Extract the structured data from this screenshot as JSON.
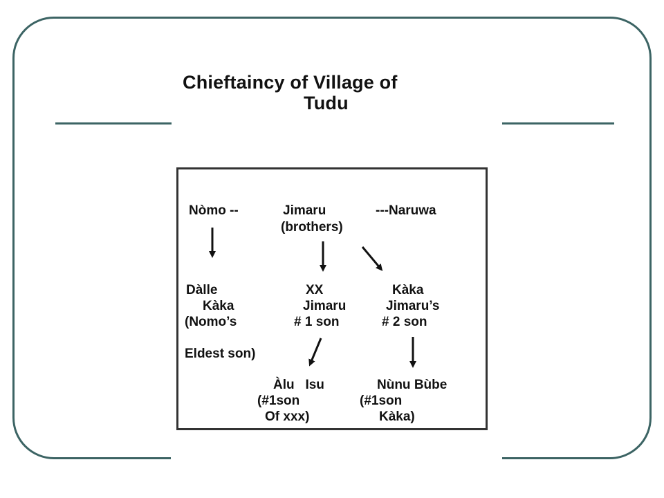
{
  "title": {
    "line1": "Chieftaincy of Village of",
    "line2": "Tudu"
  },
  "diagram": {
    "top_row": {
      "nomo": "Nòmo --",
      "jimaru": "Jimaru",
      "naruwa": "---Naruwa",
      "brothers": "(brothers)"
    },
    "middle_row": {
      "dalle_line1": "Dàlle",
      "dalle_line2": "Kàka",
      "dalle_line3": "(Nomo’s",
      "dalle_line4": "Eldest son)",
      "xx_line1": "XX",
      "xx_line2": "Jimaru",
      "xx_line3": "# 1 son",
      "kaka_line1": "Kàka",
      "kaka_line2": "Jimaru’s",
      "kaka_line3": "# 2 son"
    },
    "bottom_row": {
      "alu_line1": "Àlu   Isu",
      "alu_line2": "(#1son",
      "alu_line3": "Of xxx)",
      "nunu_line1": "Nùnu Bùbe",
      "nunu_line2": "(#1son",
      "nunu_line3": "Kàka)"
    }
  }
}
